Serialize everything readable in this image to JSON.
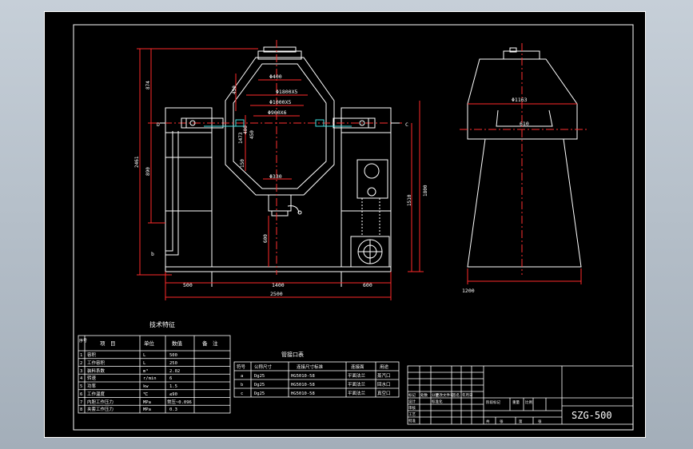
{
  "drawing": {
    "colors": {
      "line": "#ffffff",
      "dim": "#ff2a2a",
      "center": "#ff3030",
      "cyan": "#3fe0e0"
    },
    "front_view": {
      "dims_horizontal": [
        "500",
        "1400",
        "600",
        "2500"
      ],
      "dims_vertical": [
        "874",
        "2461",
        "890",
        "1510",
        "1800",
        "600"
      ],
      "callouts": [
        "Φ400",
        "Φ1800X5",
        "Φ1000X5",
        "Φ900X6",
        "Φ330",
        "450",
        "150",
        "450",
        "400",
        "1473"
      ],
      "markers": [
        "D",
        "C",
        "b"
      ]
    },
    "side_view": {
      "callouts": [
        "Φ1163",
        "610"
      ],
      "dims": [
        "1200"
      ]
    },
    "tech_table": {
      "title": "技术特征",
      "headers": [
        "序号",
        "项　目",
        "单位",
        "数值",
        "备　注"
      ],
      "rows": [
        [
          "1",
          "容积",
          "L",
          "500",
          ""
        ],
        [
          "2",
          "工作容积",
          "L",
          "250",
          ""
        ],
        [
          "3",
          "装料系数",
          "m³",
          "2.02",
          ""
        ],
        [
          "4",
          "转速",
          "r/min",
          "6",
          ""
        ],
        [
          "5",
          "功率",
          "kw",
          "1.5",
          ""
        ],
        [
          "6",
          "工作温度",
          "℃",
          "≤90",
          ""
        ],
        [
          "7",
          "内胆工作压力",
          "MPa",
          "常压~0.096",
          ""
        ],
        [
          "8",
          "夹套工作压力",
          "MPa",
          "0.3",
          ""
        ]
      ]
    },
    "nozzle_table": {
      "title": "管接口表",
      "headers": [
        "符号",
        "公称尺寸",
        "连接尺寸标准",
        "连接面",
        "用途"
      ],
      "rows": [
        [
          "a",
          "Dg25",
          "HG5010-58",
          "平面法兰",
          "蒸汽口"
        ],
        [
          "b",
          "Dg25",
          "HG5010-58",
          "平面法兰",
          "回水口"
        ],
        [
          "c",
          "Dg25",
          "HG5010-58",
          "平面法兰",
          "真空口"
        ]
      ]
    },
    "title_block": {
      "code": "SZG-500",
      "labels": [
        "标记",
        "处数",
        "分区",
        "更改文件号",
        "签名",
        "年月日",
        "设计",
        "标准化",
        "审核",
        "工艺",
        "批准",
        "阶段标记",
        "重量",
        "比例",
        "共",
        "张",
        "第",
        "张"
      ]
    }
  }
}
